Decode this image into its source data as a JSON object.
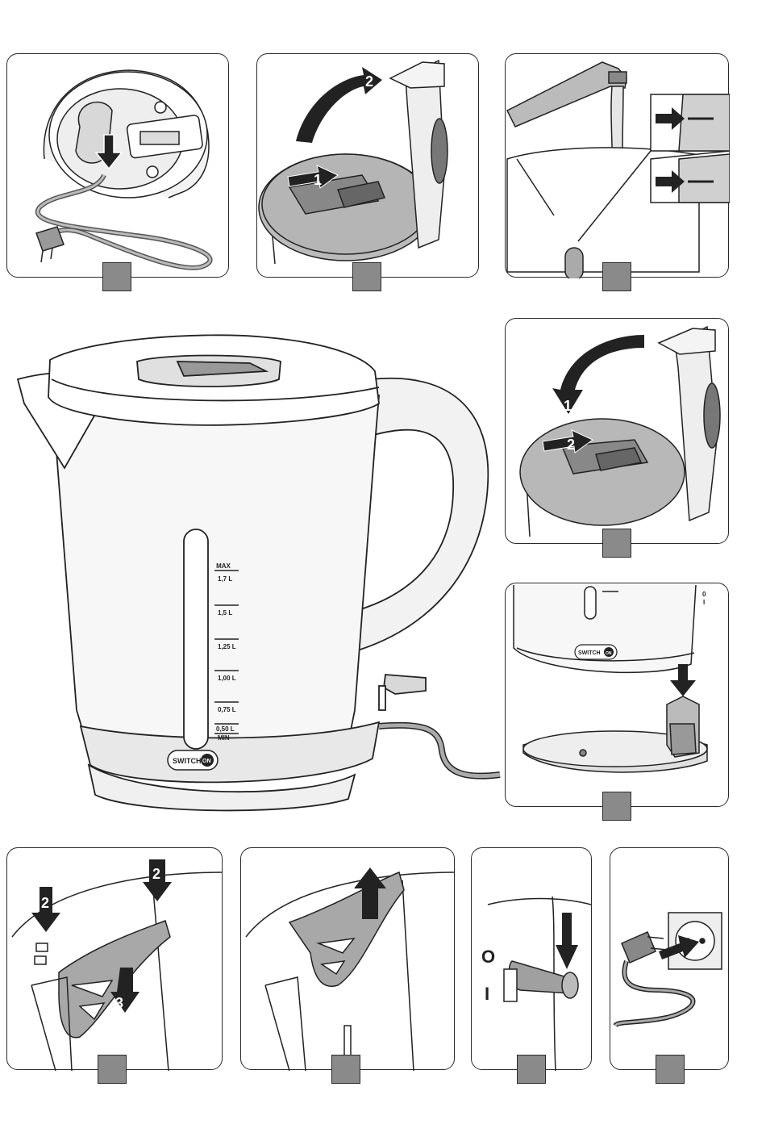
{
  "colors": {
    "panel_border": "#2a2a2a",
    "step_tag": "#8a8a8a",
    "part_fill": "#a8a8a8",
    "line": "#222222",
    "background": "#ffffff"
  },
  "panel1": {
    "icons": [
      "cord-wrap-icon",
      "plug-icon",
      "arrow-down-icon"
    ]
  },
  "panel2": {
    "step_numbers": [
      "1",
      "2"
    ]
  },
  "panel3": {
    "icons": [
      "tap-icon",
      "water-level-arrow-icon"
    ]
  },
  "panel4": {
    "step_numbers": [
      "1",
      "2"
    ]
  },
  "panel5": {
    "base_label": {
      "switch": "SWITCH",
      "on": "ON"
    },
    "indicator_marks": [
      "0",
      "I"
    ]
  },
  "main_kettle": {
    "gauge": {
      "max_label": "MAX",
      "marks": [
        "1,7 L",
        "1,5 L",
        "1,25 L",
        "1,00 L",
        "0,75 L",
        "0,50 L"
      ],
      "min_label": "MIN"
    },
    "switch_label": {
      "switch": "SWITCH",
      "on": "ON"
    }
  },
  "panel6": {
    "step_numbers": [
      "2",
      "2",
      "3"
    ]
  },
  "panel7": {
    "icons": [
      "filter-icon",
      "arrow-up-icon"
    ]
  },
  "panel8": {
    "switch_symbols": [
      "O",
      "I"
    ]
  },
  "panel9": {
    "icons": [
      "plug-icon",
      "socket-icon",
      "arrow-icon"
    ]
  }
}
